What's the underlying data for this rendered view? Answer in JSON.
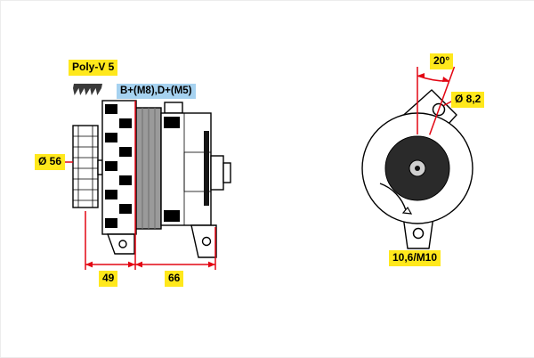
{
  "views": {
    "side_view": "alternator-side-view",
    "rear_view": "alternator-rear-view"
  },
  "labels": {
    "belt_type": "Poly-V 5",
    "terminals": "B+(M8),D+(M5)",
    "pulley_diameter": "Ø 56",
    "dim_pulley_offset": "49",
    "dim_housing_length": "66",
    "lug_angle": "20°",
    "lug_hole_diameter": "Ø 8,2",
    "mount_hole": "10,6/M10"
  },
  "icons": {
    "belt_profile": "poly-v-belt-profile-icon",
    "rotation": "rotation-direction-arrow-icon"
  },
  "colors": {
    "highlight_yellow": "#ffe81c",
    "highlight_blue": "#a6d2f0",
    "dimension_red": "#e30613",
    "drawing_black": "#000000",
    "stator_gray": "#9a9a9a",
    "rotor_dark": "#2a2a2a",
    "background": "#ffffff"
  }
}
